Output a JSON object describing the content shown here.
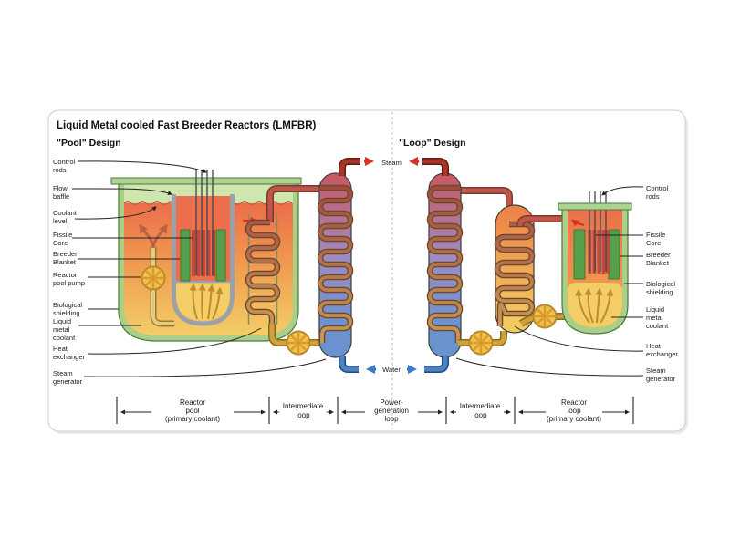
{
  "title": "Liquid Metal cooled Fast Breeder Reactors (LMFBR)",
  "pool": {
    "heading": "\"Pool\" Design",
    "labels": {
      "control_rods": [
        "Control",
        "rods"
      ],
      "flow_baffle": [
        "Flow",
        "baffle"
      ],
      "coolant_level": [
        "Coolant",
        "level"
      ],
      "fissile_core": [
        "Fissile",
        "Core"
      ],
      "breeder_blanket": [
        "Breeder",
        "Blanket"
      ],
      "reactor_pool_pump": [
        "Reactor",
        "pool pump"
      ],
      "biological_shielding": [
        "Biological",
        "shielding"
      ],
      "liquid_metal_coolant": [
        "Liquid",
        "metal",
        "coolant"
      ],
      "heat_exchanger": [
        "Heat",
        "exchanger"
      ],
      "steam_generator": [
        "Steam",
        "generator"
      ]
    }
  },
  "loop": {
    "heading": "\"Loop\" Design",
    "labels": {
      "control_rods": [
        "Control",
        "rods"
      ],
      "fissile_core": [
        "Fissile",
        "Core"
      ],
      "breeder_blanket": [
        "Breeder",
        "Blanket"
      ],
      "biological_shielding": [
        "Biological",
        "shielding"
      ],
      "liquid_metal_coolant": [
        "Liquid",
        "metal",
        "coolant"
      ],
      "heat_exchanger": [
        "Heat",
        "exchanger"
      ],
      "steam_generator": [
        "Steam",
        "generator"
      ]
    }
  },
  "flows": {
    "steam": "Steam",
    "water": "Water"
  },
  "sections": {
    "reactor_pool": [
      "Reactor",
      "pool",
      "(primary coolant)"
    ],
    "intermediate_loop_left": [
      "Intermediate",
      "loop"
    ],
    "power_generation": [
      "Power-",
      "generation",
      "loop"
    ],
    "intermediate_loop_right": [
      "Intermediate",
      "loop"
    ],
    "reactor_loop": [
      "Reactor",
      "loop",
      "(primary coolant)"
    ]
  },
  "colors": {
    "vessel_green": "#a9cf88",
    "vessel_green_stroke": "#4d7a3a",
    "cover_gas": "#cfe7ae",
    "hot_sodium": "#ec6e4b",
    "warm_sodium": "#f09a4e",
    "cold_sodium": "#f3cf68",
    "core_blanket_green": "#55a04a",
    "fissile_red": "#c4473d",
    "baffle_gray": "#9aa1a8",
    "steam_gen_top": "#c85a66",
    "steam_gen_mid": "#9e8cc0",
    "steam_gen_bottom": "#6a92cf",
    "ihx_top": "#ee8347",
    "ihx_bottom": "#f2ca5f",
    "hot_pipe": "#c0564a",
    "cold_pipe": "#cfa13d",
    "steam_pipe": "#a8352a",
    "water_pipe": "#4d82c4",
    "pump_yellow": "#f2c14a",
    "steam_arrow": "#d43425",
    "water_arrow": "#3a7bc8"
  }
}
